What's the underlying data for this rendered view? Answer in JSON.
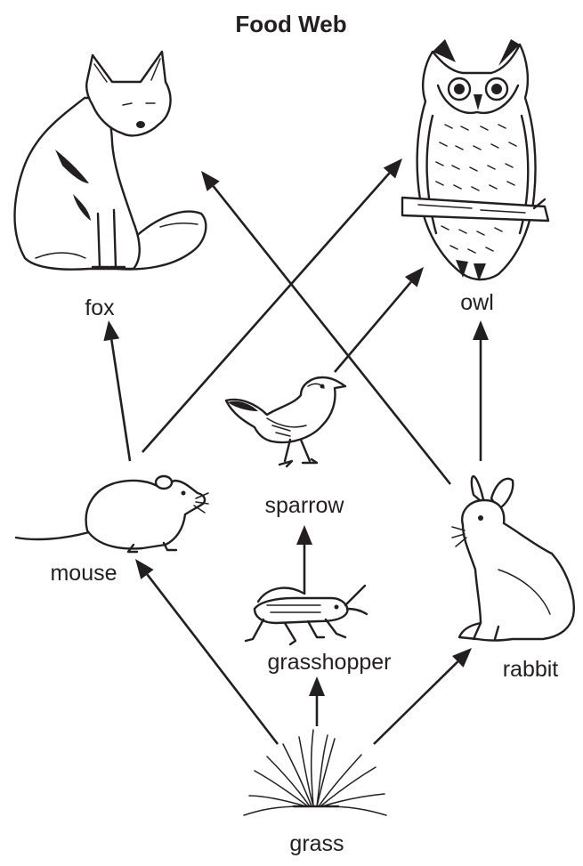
{
  "title": "Food Web",
  "organisms": {
    "fox": "fox",
    "owl": "owl",
    "sparrow": "sparrow",
    "mouse": "mouse",
    "rabbit": "rabbit",
    "grasshopper": "grasshopper",
    "grass": "grass"
  },
  "links": [
    {
      "from": "grass",
      "to": "mouse"
    },
    {
      "from": "grass",
      "to": "grasshopper"
    },
    {
      "from": "grass",
      "to": "rabbit"
    },
    {
      "from": "grasshopper",
      "to": "sparrow"
    },
    {
      "from": "mouse",
      "to": "fox"
    },
    {
      "from": "mouse",
      "to": "owl"
    },
    {
      "from": "sparrow",
      "to": "owl"
    },
    {
      "from": "rabbit",
      "to": "owl"
    },
    {
      "from": "rabbit",
      "to": "fox"
    }
  ],
  "colors": {
    "ink": "#231f20",
    "background": "#ffffff"
  }
}
